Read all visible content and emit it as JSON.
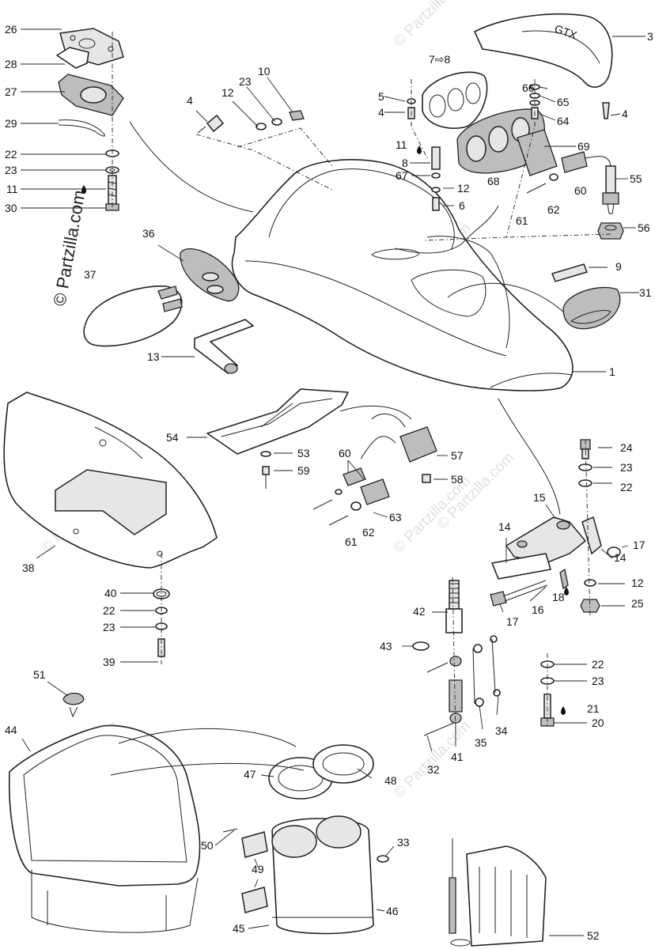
{
  "watermark": {
    "main": "© Partzilla.com",
    "faint": "© Partzilla.com"
  },
  "parts": [
    {
      "id": "p26",
      "label": "26"
    },
    {
      "id": "p28",
      "label": "28"
    },
    {
      "id": "p27",
      "label": "27"
    },
    {
      "id": "p29",
      "label": "29"
    },
    {
      "id": "p22a",
      "label": "22"
    },
    {
      "id": "p23a",
      "label": "23"
    },
    {
      "id": "p11a",
      "label": "11"
    },
    {
      "id": "p30",
      "label": "30"
    },
    {
      "id": "p36",
      "label": "36"
    },
    {
      "id": "p37",
      "label": "37"
    },
    {
      "id": "p13",
      "label": "13"
    },
    {
      "id": "p4a",
      "label": "4"
    },
    {
      "id": "p12a",
      "label": "12"
    },
    {
      "id": "p23b",
      "label": "23"
    },
    {
      "id": "p10",
      "label": "10"
    },
    {
      "id": "p78",
      "label": "7⇨8"
    },
    {
      "id": "p5",
      "label": "5"
    },
    {
      "id": "p4b",
      "label": "4"
    },
    {
      "id": "p11b",
      "label": "11"
    },
    {
      "id": "p8",
      "label": "8"
    },
    {
      "id": "p67",
      "label": "67"
    },
    {
      "id": "p12b",
      "label": "12"
    },
    {
      "id": "p6",
      "label": "6"
    },
    {
      "id": "p68",
      "label": "68"
    },
    {
      "id": "p66",
      "label": "66"
    },
    {
      "id": "p65",
      "label": "65"
    },
    {
      "id": "p64",
      "label": "64"
    },
    {
      "id": "p3",
      "label": "3"
    },
    {
      "id": "p4c",
      "label": "4"
    },
    {
      "id": "p69",
      "label": "69"
    },
    {
      "id": "p55",
      "label": "55"
    },
    {
      "id": "p60a",
      "label": "60"
    },
    {
      "id": "p61a",
      "label": "61"
    },
    {
      "id": "p62a",
      "label": "62"
    },
    {
      "id": "p56",
      "label": "56"
    },
    {
      "id": "p9",
      "label": "9"
    },
    {
      "id": "p31",
      "label": "31"
    },
    {
      "id": "p1",
      "label": "1"
    },
    {
      "id": "p54",
      "label": "54"
    },
    {
      "id": "p53",
      "label": "53"
    },
    {
      "id": "p59",
      "label": "59"
    },
    {
      "id": "p60b",
      "label": "60"
    },
    {
      "id": "p57",
      "label": "57"
    },
    {
      "id": "p58",
      "label": "58"
    },
    {
      "id": "p63",
      "label": "63"
    },
    {
      "id": "p61b",
      "label": "61"
    },
    {
      "id": "p62b",
      "label": "62"
    },
    {
      "id": "p38",
      "label": "38"
    },
    {
      "id": "p40",
      "label": "40"
    },
    {
      "id": "p22b",
      "label": "22"
    },
    {
      "id": "p23c",
      "label": "23"
    },
    {
      "id": "p39",
      "label": "39"
    },
    {
      "id": "p24",
      "label": "24"
    },
    {
      "id": "p23d",
      "label": "23"
    },
    {
      "id": "p22c",
      "label": "22"
    },
    {
      "id": "p15",
      "label": "15"
    },
    {
      "id": "p14a",
      "label": "14"
    },
    {
      "id": "p17a",
      "label": "17"
    },
    {
      "id": "p14b",
      "label": "14"
    },
    {
      "id": "p12c",
      "label": "12"
    },
    {
      "id": "p18",
      "label": "18"
    },
    {
      "id": "p25",
      "label": "25"
    },
    {
      "id": "p16",
      "label": "16"
    },
    {
      "id": "p17b",
      "label": "17"
    },
    {
      "id": "p42",
      "label": "42"
    },
    {
      "id": "p43",
      "label": "43"
    },
    {
      "id": "p22d",
      "label": "22"
    },
    {
      "id": "p23e",
      "label": "23"
    },
    {
      "id": "p21",
      "label": "21"
    },
    {
      "id": "p20",
      "label": "20"
    },
    {
      "id": "p34",
      "label": "34"
    },
    {
      "id": "p35",
      "label": "35"
    },
    {
      "id": "p41",
      "label": "41"
    },
    {
      "id": "p32",
      "label": "32"
    },
    {
      "id": "p51",
      "label": "51"
    },
    {
      "id": "p44",
      "label": "44"
    },
    {
      "id": "p47",
      "label": "47"
    },
    {
      "id": "p48",
      "label": "48"
    },
    {
      "id": "p50",
      "label": "50"
    },
    {
      "id": "p49",
      "label": "49"
    },
    {
      "id": "p33",
      "label": "33"
    },
    {
      "id": "p46",
      "label": "46"
    },
    {
      "id": "p45",
      "label": "45"
    },
    {
      "id": "p52",
      "label": "52"
    }
  ]
}
